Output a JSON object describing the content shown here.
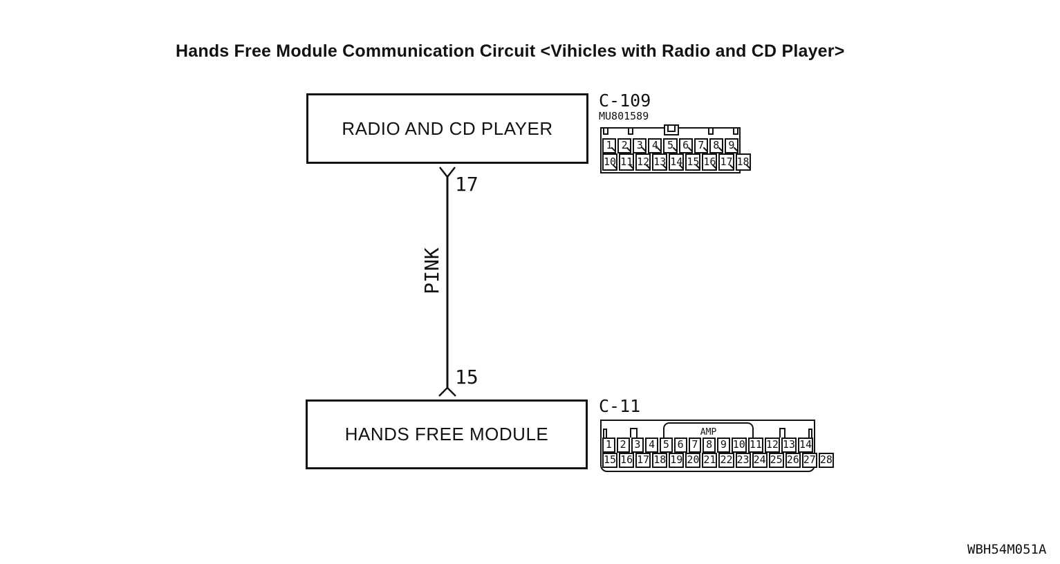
{
  "title": "Hands Free Module Communication Circuit <Vihicles with Radio and CD Player>",
  "footer_code": "WBH54M051A",
  "boxes": {
    "radio": "RADIO AND CD PLAYER",
    "hands_free": "HANDS FREE MODULE"
  },
  "wire": {
    "top_pin": "17",
    "bottom_pin": "15",
    "color_name": "PINK"
  },
  "connectors": {
    "c109": {
      "label": "C-109",
      "part_code": "MU801589",
      "rows": [
        {
          "pins": [
            "1",
            "2",
            "3",
            "4",
            "5",
            "6",
            "7",
            "8",
            "9"
          ]
        },
        {
          "pins": [
            "10",
            "11",
            "12",
            "13",
            "14",
            "15",
            "16",
            "17",
            "18"
          ]
        }
      ]
    },
    "c11": {
      "label": "C-11",
      "amp_label": "AMP",
      "rows": [
        {
          "pins": [
            "1",
            "2",
            "3",
            "4",
            "5",
            "6",
            "7",
            "8",
            "9",
            "10",
            "11",
            "12",
            "13",
            "14"
          ]
        },
        {
          "pins": [
            "15",
            "16",
            "17",
            "18",
            "19",
            "20",
            "21",
            "22",
            "23",
            "24",
            "25",
            "26",
            "27",
            "28"
          ]
        }
      ]
    }
  },
  "colors": {
    "ink": "#121212",
    "background": "#ffffff"
  }
}
